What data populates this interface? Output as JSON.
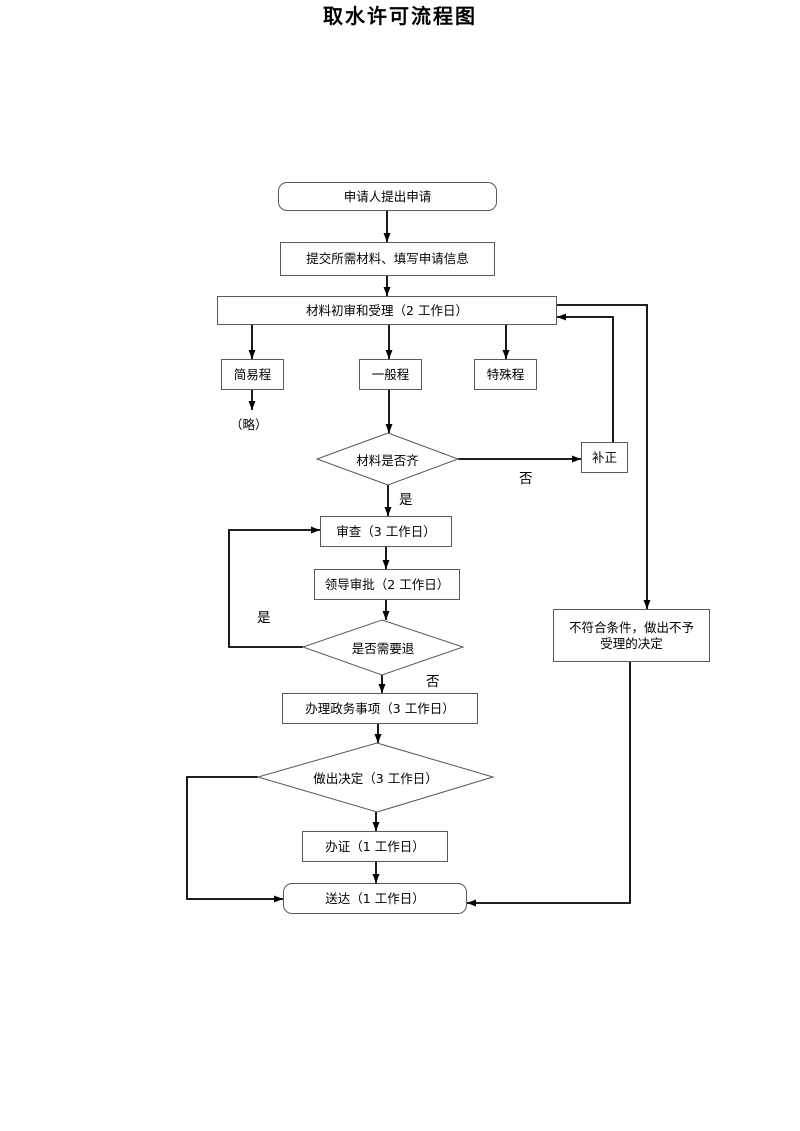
{
  "page": {
    "title": "取水许可流程图"
  },
  "nodes": {
    "apply": {
      "label": "申请人提出申请"
    },
    "submit": {
      "label": "提交所需材料、填写申请信息"
    },
    "initial_review": {
      "label": "材料初审和受理（2 工作日）"
    },
    "simple": {
      "label": "简易程"
    },
    "general": {
      "label": "一般程"
    },
    "special": {
      "label": "特殊程"
    },
    "omit": {
      "label": "（略）"
    },
    "check_complete": {
      "label": "材料是否齐"
    },
    "correction": {
      "label": "补正"
    },
    "review": {
      "label": "审查（3 工作日）"
    },
    "leader_approval": {
      "label": "领导审批（2 工作日）"
    },
    "check_return": {
      "label": "是否需要退"
    },
    "handle_affairs": {
      "label": "办理政务事项（3 工作日）"
    },
    "make_decision": {
      "label": "做出决定（3 工作日）"
    },
    "issue_cert": {
      "label": "办证（1 工作日）"
    },
    "delivery": {
      "label": "送达（1 工作日）"
    },
    "not_accept": {
      "line1": "不符合条件，做出不予",
      "line2": "受理的决定"
    }
  },
  "edge_labels": {
    "yes_complete": "是",
    "no_complete": "否",
    "yes_return": "是",
    "no_return": "否"
  },
  "colors": {
    "line": "#000000",
    "box_border": "#595959",
    "background": "#ffffff"
  }
}
